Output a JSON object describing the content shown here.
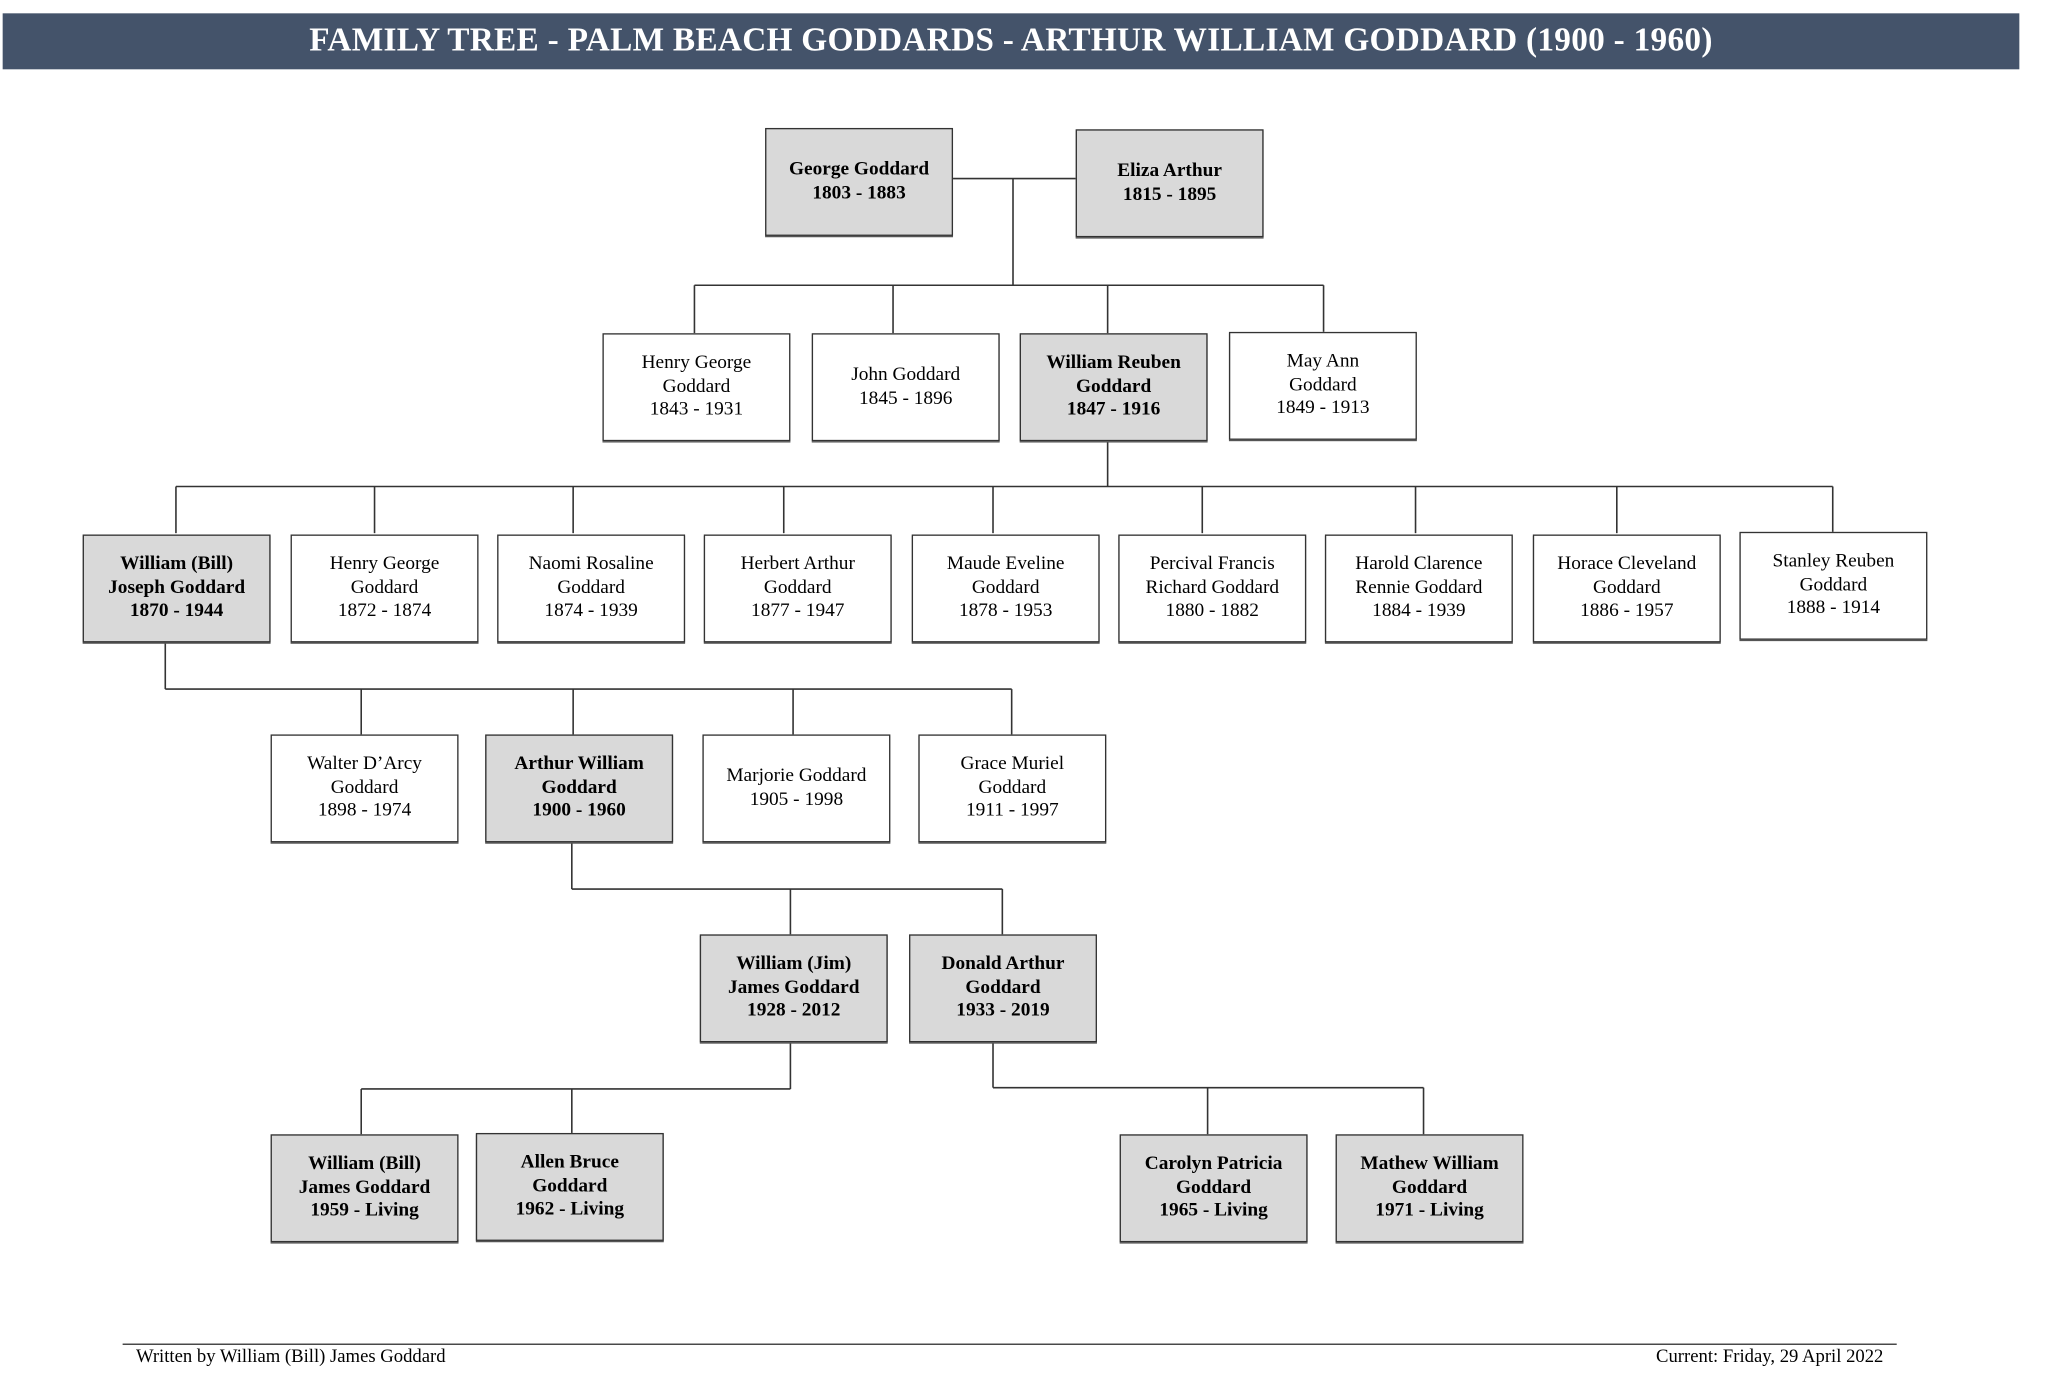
{
  "title": "FAMILY TREE - PALM BEACH GODDARDS - ARTHUR WILLIAM GODDARD (1900 - 1960)",
  "people": [
    {
      "lines": [
        "George Goddard",
        "1803 - 1883"
      ],
      "highlighted": true
    },
    {
      "lines": [
        "Eliza Arthur",
        "1815 - 1895"
      ],
      "highlighted": true
    },
    {
      "lines": [
        "Henry George",
        "Goddard",
        "1843 - 1931"
      ],
      "highlighted": false
    },
    {
      "lines": [
        "John Goddard",
        "1845 - 1896"
      ],
      "highlighted": false
    },
    {
      "lines": [
        "William Reuben",
        "Goddard",
        "1847 - 1916"
      ],
      "highlighted": true
    },
    {
      "lines": [
        "May Ann",
        "Goddard",
        "1849 - 1913"
      ],
      "highlighted": false
    },
    {
      "lines": [
        "William (Bill)",
        "Joseph Goddard",
        "1870 - 1944"
      ],
      "highlighted": true
    },
    {
      "lines": [
        "Henry George",
        "Goddard",
        "1872 - 1874"
      ],
      "highlighted": false
    },
    {
      "lines": [
        "Naomi Rosaline",
        "Goddard",
        "1874 - 1939"
      ],
      "highlighted": false
    },
    {
      "lines": [
        "Herbert Arthur",
        "Goddard",
        "1877 - 1947"
      ],
      "highlighted": false
    },
    {
      "lines": [
        "Maude Eveline",
        "Goddard",
        "1878 - 1953"
      ],
      "highlighted": false
    },
    {
      "lines": [
        "Percival Francis",
        "Richard Goddard",
        "1880 - 1882"
      ],
      "highlighted": false
    },
    {
      "lines": [
        "Harold Clarence",
        "Rennie Goddard",
        "1884 - 1939"
      ],
      "highlighted": false
    },
    {
      "lines": [
        "Horace Cleveland",
        "Goddard",
        "1886 - 1957"
      ],
      "highlighted": false
    },
    {
      "lines": [
        "Stanley Reuben",
        "Goddard",
        "1888 - 1914"
      ],
      "highlighted": false
    },
    {
      "lines": [
        "Walter D’Arcy",
        "Goddard",
        "1898 - 1974"
      ],
      "highlighted": false
    },
    {
      "lines": [
        "Arthur William",
        "Goddard",
        "1900 - 1960"
      ],
      "highlighted": true
    },
    {
      "lines": [
        "Marjorie Goddard",
        "1905 - 1998"
      ],
      "highlighted": false
    },
    {
      "lines": [
        "Grace Muriel",
        "Goddard",
        "1911 - 1997"
      ],
      "highlighted": false
    },
    {
      "lines": [
        "William (Jim)",
        "James Goddard",
        "1928 - 2012"
      ],
      "highlighted": true
    },
    {
      "lines": [
        "Donald Arthur",
        "Goddard",
        "1933 - 2019"
      ],
      "highlighted": true
    },
    {
      "lines": [
        "William (Bill)",
        "James Goddard",
        "1959 - Living"
      ],
      "highlighted": true
    },
    {
      "lines": [
        "Allen Bruce",
        "Goddard",
        "1962 - Living"
      ],
      "highlighted": true
    },
    {
      "lines": [
        "Carolyn Patricia",
        "Goddard",
        "1965 - Living"
      ],
      "highlighted": true
    },
    {
      "lines": [
        "Mathew William",
        "Goddard",
        "1971 - Living"
      ],
      "highlighted": true
    }
  ],
  "footer": {
    "author": "Written by William (Bill) James Goddard",
    "current": "Current: Friday, 29 April 2022"
  },
  "colors": {
    "header_bg": "#44536a",
    "highlight_bg": "#d9d9d9"
  }
}
